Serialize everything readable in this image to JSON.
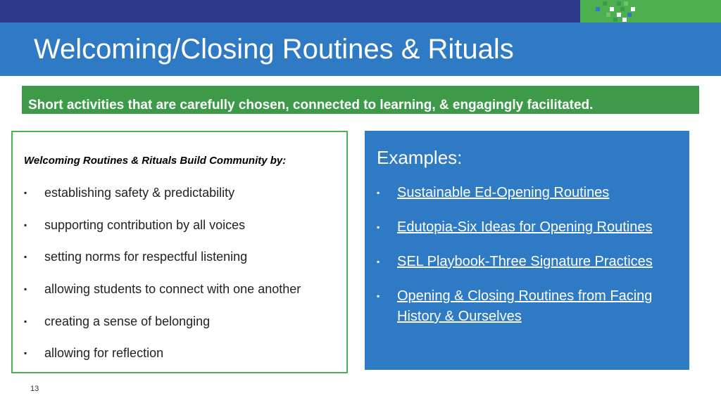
{
  "slide": {
    "title": "Welcoming/Closing Routines & Rituals",
    "subtitle": "Short activities that are carefully chosen, connected to learning, & engagingly facilitated.",
    "page_number": "13"
  },
  "left_panel": {
    "heading": "Welcoming Routines & Rituals Build Community by:",
    "bullet_marker": "▪",
    "bullets": [
      "establishing safety & predictability",
      "supporting contribution by all voices",
      "setting norms for respectful listening",
      "allowing students to connect with one another",
      "creating a sense of belonging",
      "allowing for reflection"
    ]
  },
  "right_panel": {
    "heading": "Examples:",
    "bullet_marker": "▪",
    "links": [
      "Sustainable Ed-Opening Routines",
      "Edutopia-Six Ideas for Opening Routines",
      "SEL Playbook-Three Signature Practices",
      "Opening & Closing Routines from Facing",
      "History & Ourselves"
    ]
  },
  "colors": {
    "top_strip": "#2e3a8c",
    "title_band": "#2f7ac4",
    "subtitle_bar": "#3c9a48",
    "accent_green": "#4caf50",
    "examples_panel": "#2f7ac4"
  },
  "icons": {
    "logo": "pixel-grid-logo"
  }
}
